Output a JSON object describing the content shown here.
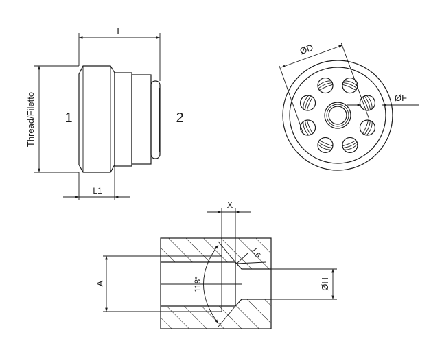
{
  "side_view": {
    "thread_label": "Thread/Filetto",
    "length_label": "L",
    "length1_label": "L1",
    "port1_label": "1",
    "port2_label": "2"
  },
  "end_view": {
    "diameter_d_label": "ØD",
    "diameter_f_label": "ØF",
    "hole_count": 8
  },
  "section_view": {
    "thread_dim_label": "A",
    "hole_dim_label": "ØH",
    "depth_label": "X",
    "angle_label": "118°",
    "chamfer_label": "1.6"
  },
  "colors": {
    "line": "#1a1a1a",
    "background": "#ffffff"
  }
}
